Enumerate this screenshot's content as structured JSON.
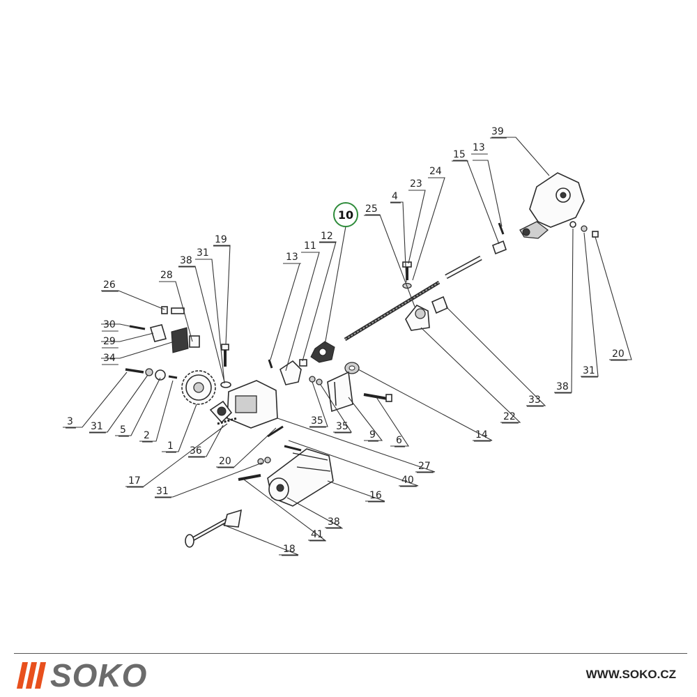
{
  "diagram": {
    "highlight_color": "#2e8b3a",
    "callouts": [
      {
        "id": "39",
        "text": "39"
      },
      {
        "id": "15",
        "text": "15"
      },
      {
        "id": "13a",
        "text": "13"
      },
      {
        "id": "23",
        "text": "23"
      },
      {
        "id": "24",
        "text": "24"
      },
      {
        "id": "4",
        "text": "4"
      },
      {
        "id": "25",
        "text": "25"
      },
      {
        "id": "10",
        "text": "10"
      },
      {
        "id": "12",
        "text": "12"
      },
      {
        "id": "11",
        "text": "11"
      },
      {
        "id": "13b",
        "text": "13"
      },
      {
        "id": "19",
        "text": "19"
      },
      {
        "id": "31a",
        "text": "31"
      },
      {
        "id": "38a",
        "text": "38"
      },
      {
        "id": "28",
        "text": "28"
      },
      {
        "id": "26",
        "text": "26"
      },
      {
        "id": "30",
        "text": "30"
      },
      {
        "id": "29",
        "text": "29"
      },
      {
        "id": "34",
        "text": "34"
      },
      {
        "id": "3",
        "text": "3"
      },
      {
        "id": "31b",
        "text": "31"
      },
      {
        "id": "5",
        "text": "5"
      },
      {
        "id": "2",
        "text": "2"
      },
      {
        "id": "1",
        "text": "1"
      },
      {
        "id": "36",
        "text": "36"
      },
      {
        "id": "17",
        "text": "17"
      },
      {
        "id": "20a",
        "text": "20"
      },
      {
        "id": "31c",
        "text": "31"
      },
      {
        "id": "35a",
        "text": "35"
      },
      {
        "id": "35b",
        "text": "35"
      },
      {
        "id": "9",
        "text": "9"
      },
      {
        "id": "6",
        "text": "6"
      },
      {
        "id": "14",
        "text": "14"
      },
      {
        "id": "22",
        "text": "22"
      },
      {
        "id": "33",
        "text": "33"
      },
      {
        "id": "38b",
        "text": "38"
      },
      {
        "id": "31d",
        "text": "31"
      },
      {
        "id": "20b",
        "text": "20"
      },
      {
        "id": "27",
        "text": "27"
      },
      {
        "id": "40",
        "text": "40"
      },
      {
        "id": "16",
        "text": "16"
      },
      {
        "id": "38c",
        "text": "38"
      },
      {
        "id": "41",
        "text": "41"
      },
      {
        "id": "18",
        "text": "18"
      }
    ]
  },
  "footer": {
    "brand_name": "SOKO",
    "brand_color": "#e8501d",
    "website": "WWW.SOKO.CZ"
  }
}
